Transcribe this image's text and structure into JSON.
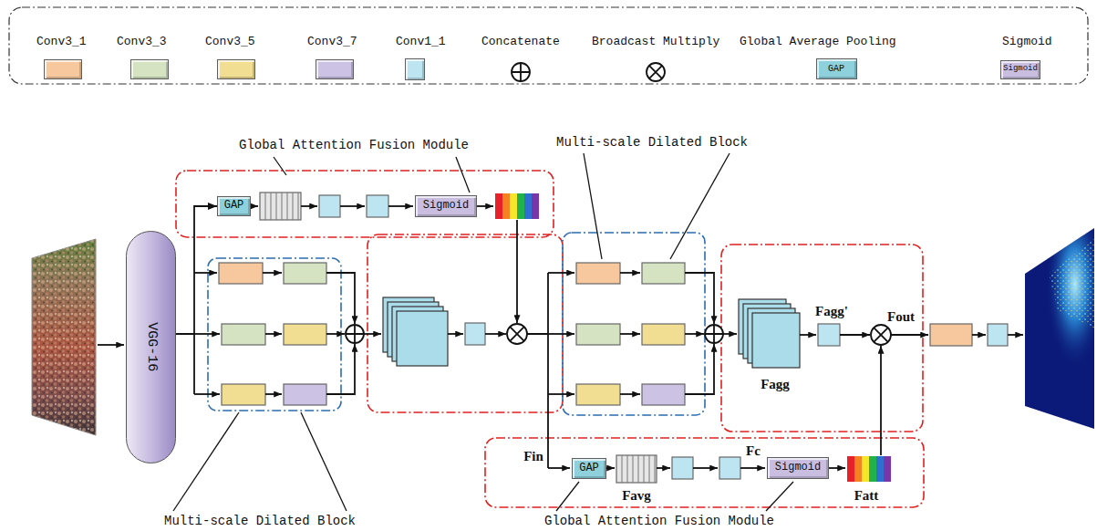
{
  "diagram": {
    "nodes": [
      {
        "text": [
          "VGG-16"
        ]
      },
      {
        "text": [
          "GAP"
        ]
      },
      {
        "text": [
          "Sigmoid"
        ]
      },
      {
        "text": [
          "GAP"
        ]
      },
      {
        "text": [
          "Sigmoid"
        ]
      }
    ],
    "edges": [
      {
        "from": 0,
        "to": 1,
        "arrow": "to"
      }
    ],
    "labels": [
      "GAP",
      "Sigmoid",
      "Global Attention Fusion Module",
      "Multi-scale Dilated Block",
      "Fagg",
      "Fagg'",
      "Fout",
      "Multi-scale Dilated Block",
      "Fin",
      "Favg",
      "Fc",
      "Fatt",
      "Global Attention Fusion Module"
    ],
    "legend": [
      {
        "text": "Conv3_1",
        "color": "#f7c89e"
      },
      {
        "text": "Conv3_3",
        "color": "#d5e3c2"
      },
      {
        "text": "Conv3_5",
        "color": "#f1de93"
      },
      {
        "text": "Conv3_7",
        "color": "#cbc2e4"
      },
      {
        "text": "Conv1_1",
        "color": "#bde5f1"
      },
      {
        "text": "Concatenate"
      },
      {
        "text": "Broadcast Multiply"
      },
      {
        "text": "Global Average Pooling",
        "color": "#8ed0dc"
      },
      {
        "text": "Sigmoid",
        "color": "#c9bde0"
      }
    ]
  }
}
